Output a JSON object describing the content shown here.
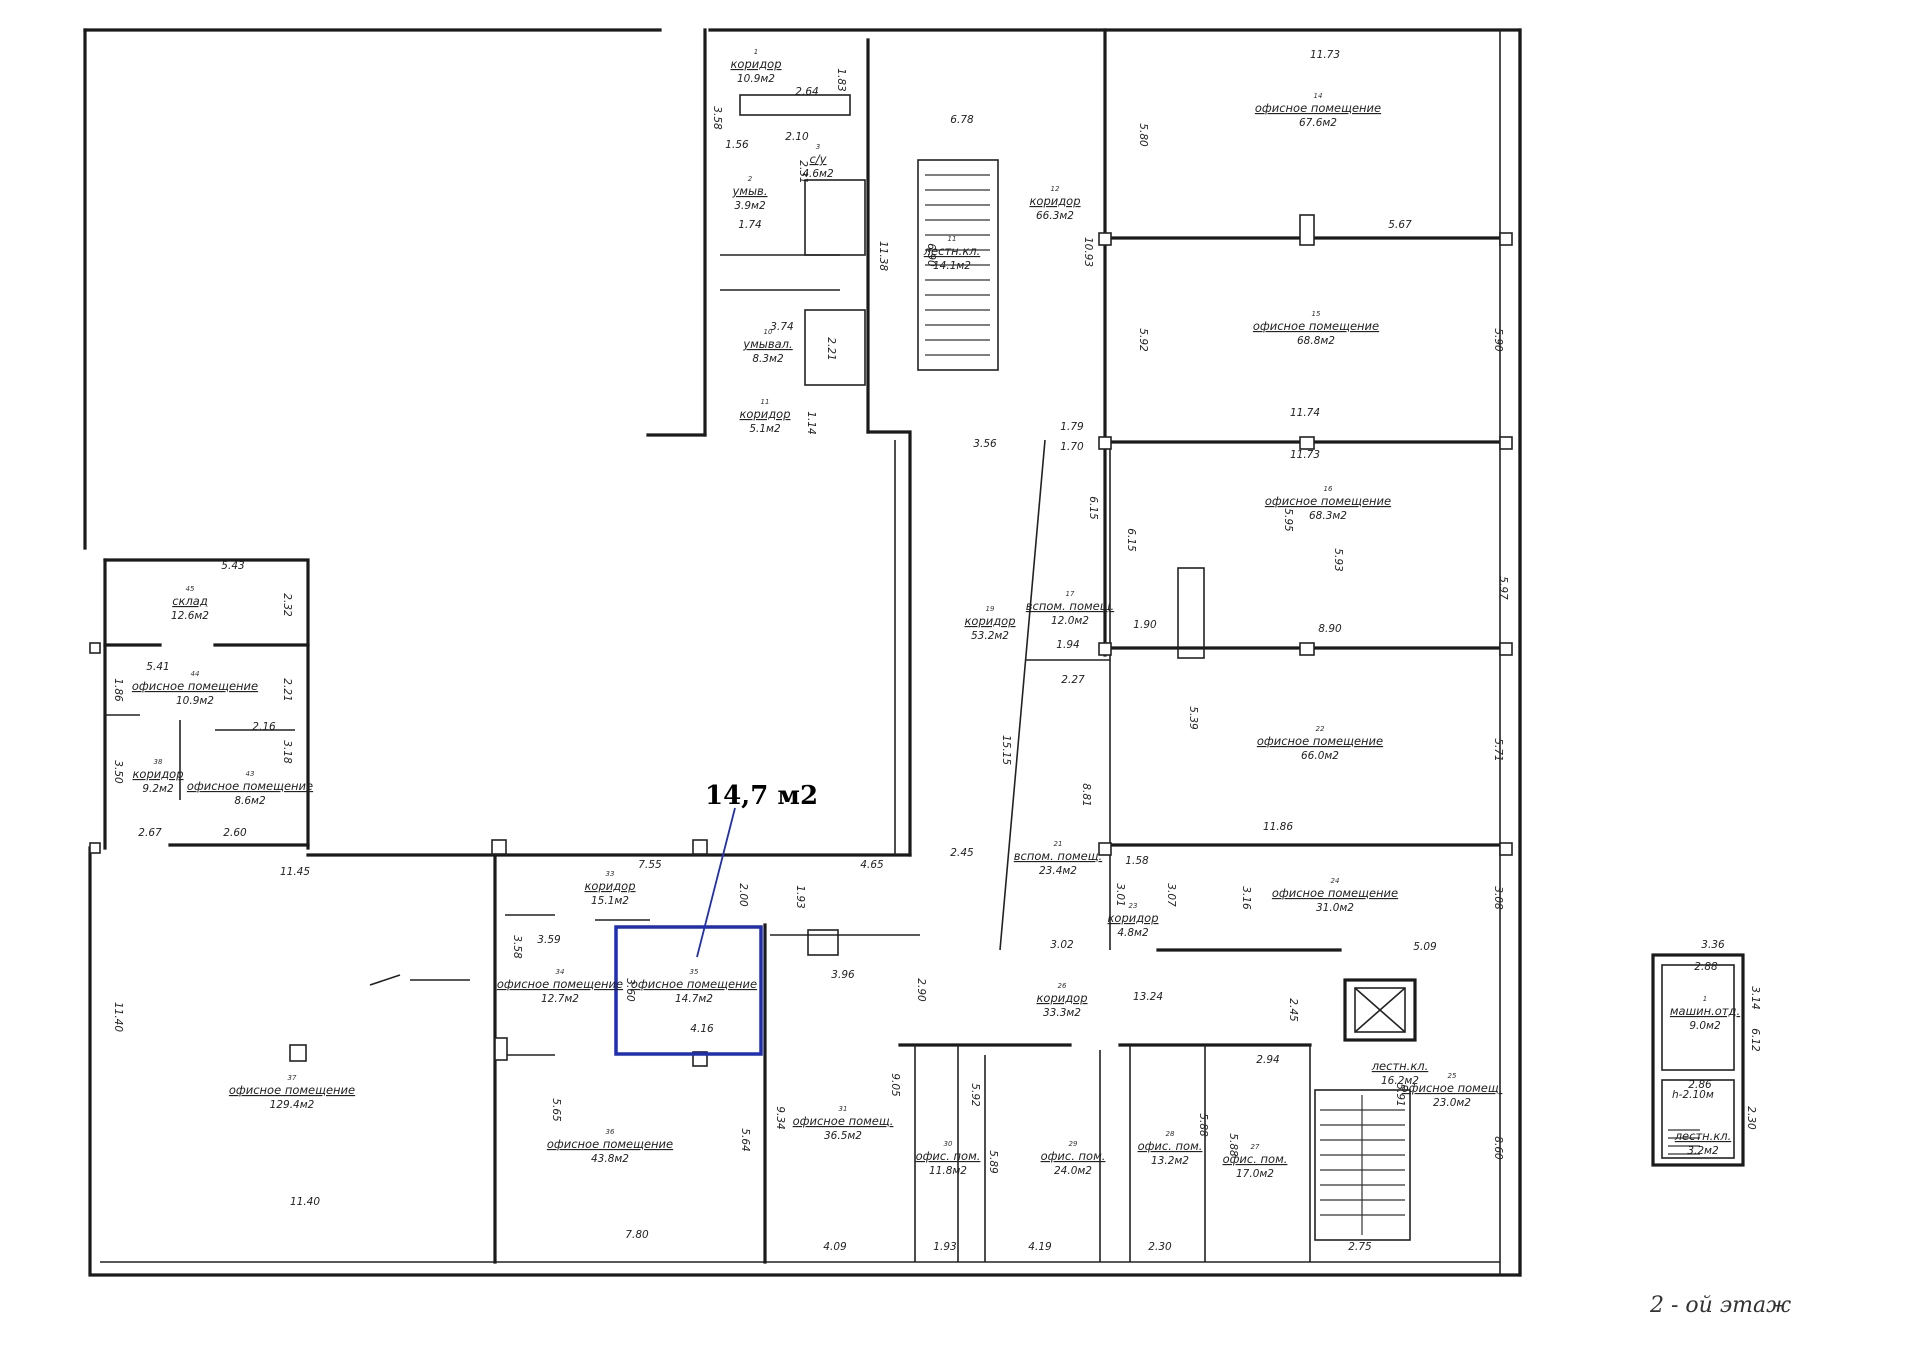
{
  "highlight": {
    "label": "14,7 м2",
    "color": "#1f2fb5"
  },
  "handwritten_note": "2 - ой этаж",
  "rooms": [
    {
      "id": "r1",
      "num": "1",
      "name": "коридор",
      "area": "10.9м2"
    },
    {
      "id": "r2",
      "num": "2",
      "name": "умыв.",
      "area": "3.9м2"
    },
    {
      "id": "r3",
      "num": "3",
      "name": "с/у",
      "area": "4.6м2"
    },
    {
      "id": "r10",
      "num": "10",
      "name": "умывал.",
      "area": "8.3м2"
    },
    {
      "id": "r11b",
      "num": "11",
      "name": "коридор",
      "area": "5.1м2"
    },
    {
      "id": "r11",
      "num": "11",
      "name": "лестн.кл.",
      "area": "14.1м2"
    },
    {
      "id": "r12",
      "num": "12",
      "name": "коридор",
      "area": "66.3м2"
    },
    {
      "id": "r14",
      "num": "14",
      "name": "офисное помещение",
      "area": "67.6м2"
    },
    {
      "id": "r15",
      "num": "15",
      "name": "офисное помещение",
      "area": "68.8м2"
    },
    {
      "id": "r16",
      "num": "16",
      "name": "офисное помещение",
      "area": "68.3м2"
    },
    {
      "id": "r17",
      "num": "17",
      "name": "вспом. помещ.",
      "area": "12.0м2"
    },
    {
      "id": "r19",
      "num": "19",
      "name": "коридор",
      "area": "53.2м2"
    },
    {
      "id": "r21",
      "num": "21",
      "name": "вспом. помещ.",
      "area": "23.4м2"
    },
    {
      "id": "r22",
      "num": "22",
      "name": "офисное помещение",
      "area": "66.0м2"
    },
    {
      "id": "r23",
      "num": "23",
      "name": "коридор",
      "area": "4.8м2"
    },
    {
      "id": "r24",
      "num": "24",
      "name": "офисное помещение",
      "area": "31.0м2"
    },
    {
      "id": "r25",
      "num": "25",
      "name": "офисное помещ.",
      "area": "23.0м2"
    },
    {
      "id": "r26",
      "num": "26",
      "name": "коридор",
      "area": "33.3м2"
    },
    {
      "id": "r27",
      "num": "27",
      "name": "офис. пом.",
      "area": "17.0м2"
    },
    {
      "id": "r28",
      "num": "28",
      "name": "офис. пом.",
      "area": "13.2м2"
    },
    {
      "id": "r29",
      "num": "29",
      "name": "офис. пом.",
      "area": "24.0м2"
    },
    {
      "id": "r30",
      "num": "30",
      "name": "офис. пом.",
      "area": "11.8м2"
    },
    {
      "id": "r31",
      "num": "31",
      "name": "офисное помещ.",
      "area": "36.5м2"
    },
    {
      "id": "r33",
      "num": "33",
      "name": "коридор",
      "area": "15.1м2"
    },
    {
      "id": "r34",
      "num": "34",
      "name": "офисное помещение",
      "area": "12.7м2"
    },
    {
      "id": "r35",
      "num": "35",
      "name": "офисное помещение",
      "area": "14.7м2"
    },
    {
      "id": "r36",
      "num": "36",
      "name": "офисное помещение",
      "area": "43.8м2"
    },
    {
      "id": "r37",
      "num": "37",
      "name": "офисное помещение",
      "area": "129.4м2"
    },
    {
      "id": "r38",
      "num": "38",
      "name": "коридор",
      "area": "9.2м2"
    },
    {
      "id": "r43",
      "num": "43",
      "name": "офисное помещение",
      "area": "8.6м2"
    },
    {
      "id": "r44",
      "num": "44",
      "name": "офисное помещение",
      "area": "10.9м2"
    },
    {
      "id": "r45",
      "num": "45",
      "name": "склад",
      "area": "12.6м2"
    },
    {
      "id": "rst",
      "num": "",
      "name": "лестн.кл.",
      "area": "16.2м2"
    },
    {
      "id": "rm1",
      "num": "1",
      "name": "машин.отд.",
      "area": "9.0м2"
    },
    {
      "id": "rm2",
      "num": "",
      "name": "лестн.кл.",
      "area": "3.2м2"
    }
  ],
  "machine_height": "h-2.10м",
  "dimensions": [
    "11.73",
    "5.80",
    "5.67",
    "5.92",
    "5.90",
    "11.74",
    "11.73",
    "5.95",
    "5.93",
    "5.97",
    "8.90",
    "1.90",
    "5.39",
    "5.71",
    "11.86",
    "3.16",
    "3.08",
    "5.09",
    "3.02",
    "13.24",
    "2.45",
    "2.94",
    "5.91",
    "8.60",
    "2.75",
    "2.30",
    "4.19",
    "1.93",
    "4.09",
    "7.80",
    "11.40",
    "11.45",
    "7.55",
    "4.65",
    "2.00",
    "1.93",
    "3.96",
    "2.90",
    "9.05",
    "9.34",
    "5.64",
    "5.65",
    "3.58",
    "3.59",
    "3.60",
    "4.16",
    "5.92",
    "5.89",
    "5.88",
    "5.88",
    "11.40",
    "2.67",
    "2.60",
    "3.50",
    "1.86",
    "5.41",
    "5.43",
    "2.32",
    "2.21",
    "2.16",
    "3.18",
    "3.58",
    "2.64",
    "1.83",
    "1.56",
    "2.10",
    "2.31",
    "1.74",
    "11.38",
    "3.74",
    "2.21",
    "1.14",
    "6.78",
    "6.90",
    "10.93",
    "3.56",
    "1.79",
    "1.70",
    "6.15",
    "6.15",
    "1.94",
    "2.27",
    "15.15",
    "8.81",
    "2.45",
    "1.58",
    "3.01",
    "3.07",
    "3.36",
    "2.88",
    "3.14",
    "6.12",
    "2.86",
    "2.30"
  ]
}
